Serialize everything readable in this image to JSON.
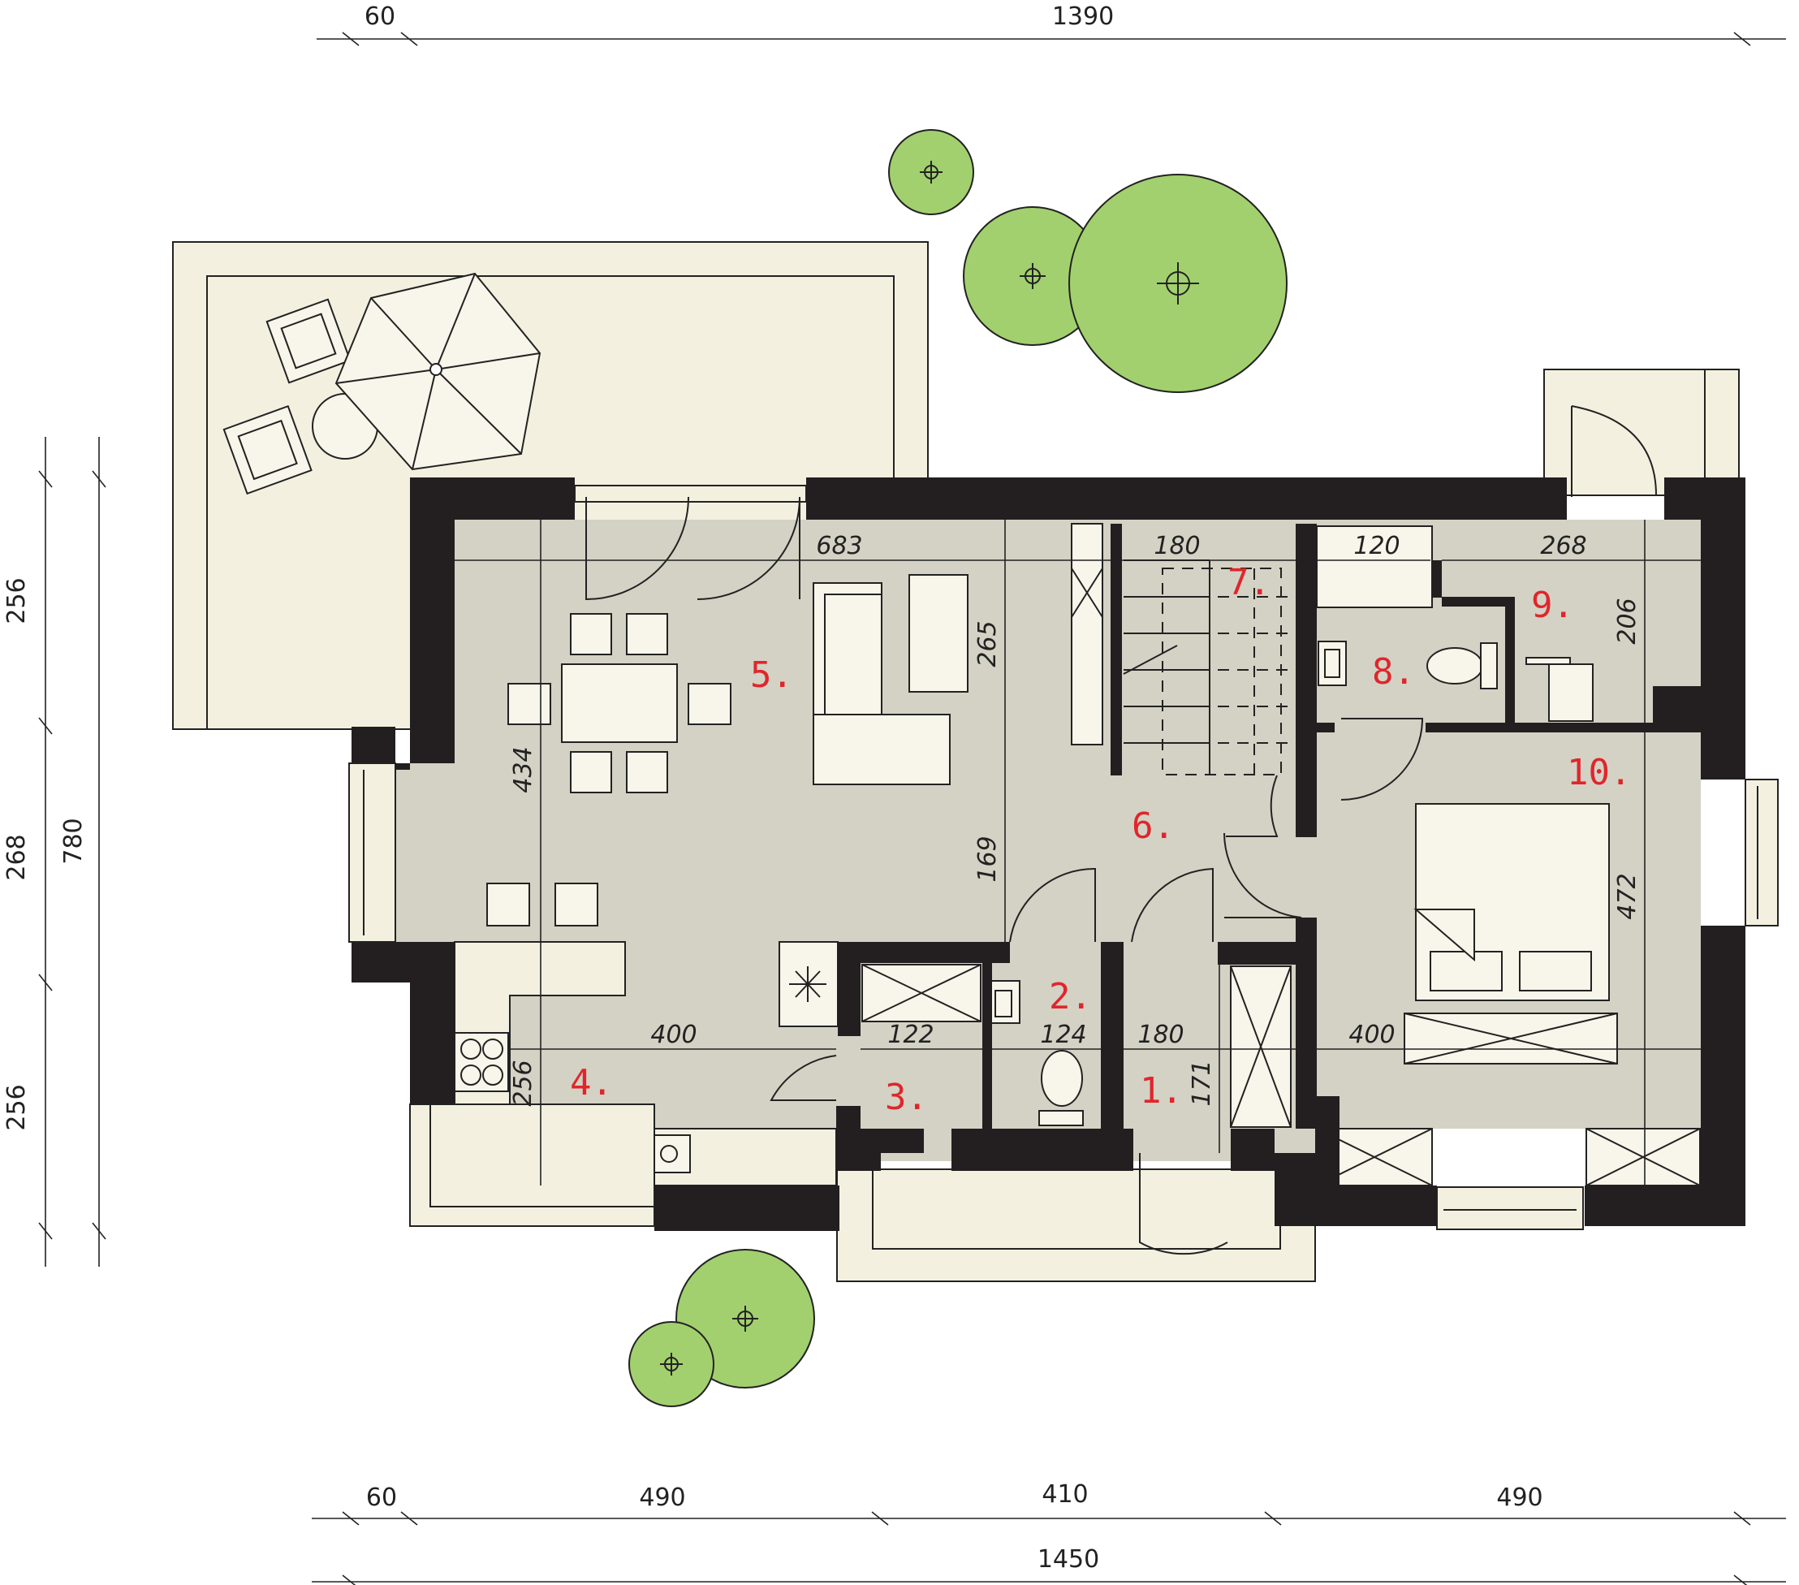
{
  "dimensions": {
    "top_left": "60",
    "top_total": "1390",
    "bottom_left": "60",
    "bottom_a": "490",
    "bottom_b": "410",
    "bottom_c": "490",
    "bottom_total": "1450",
    "left_top": "256",
    "left_mid": "268",
    "left_bottom": "256",
    "left_total": "780"
  },
  "interior_dims": {
    "d683": "683",
    "d180_top": "180",
    "d120": "120",
    "d268": "268",
    "d206": "206",
    "d265": "265",
    "d434": "434",
    "d169": "169",
    "d400_left": "400",
    "d122": "122",
    "d124": "124",
    "d180_bottom": "180",
    "d400_right": "400",
    "d256": "256",
    "d171": "171",
    "d472": "472"
  },
  "rooms": {
    "r1": "1.",
    "r2": "2.",
    "r3": "3.",
    "r4": "4.",
    "r5": "5.",
    "r6": "6.",
    "r7": "7.",
    "r8": "8.",
    "r9": "9.",
    "r10": "10."
  },
  "colors": {
    "wall": "#231f20",
    "floor": "#d3d2c5",
    "terrace": "#f3f0e0",
    "tree": "#a2d06e",
    "room_label": "#e0262b"
  }
}
